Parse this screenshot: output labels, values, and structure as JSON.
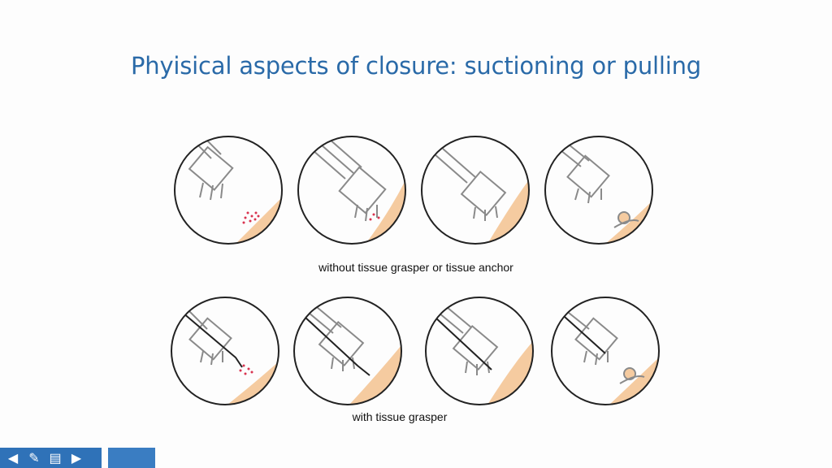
{
  "slide": {
    "title": "Phyisical aspects of closure: suctioning or pulling",
    "row1_caption": "without tissue grasper or tissue anchor",
    "row2_caption": "with tissue grasper"
  },
  "colors": {
    "title": "#2a6aa8",
    "tissue": "#f5cba0",
    "instrument": "#8a8a8a",
    "blood": "#d9334f",
    "toolbar": "#2f72b8"
  },
  "toolbar": {
    "buttons": [
      {
        "name": "previous-icon",
        "glyph": "◀"
      },
      {
        "name": "pen-icon",
        "glyph": "✎"
      },
      {
        "name": "menu-icon",
        "glyph": "▤"
      },
      {
        "name": "next-icon",
        "glyph": "▶"
      }
    ]
  }
}
